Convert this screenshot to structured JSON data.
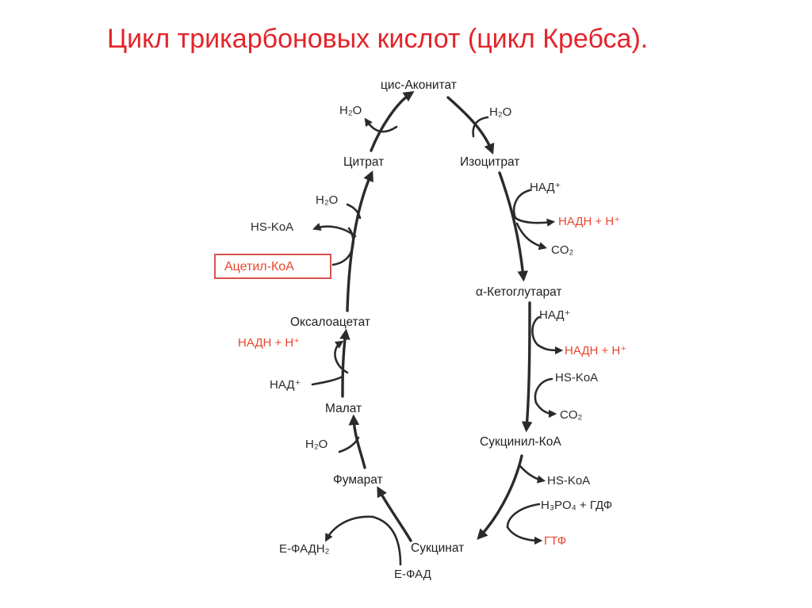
{
  "title": "Цикл трикарбоновых кислот (цикл Кребса).",
  "metabolites": {
    "cis_aconitate": "цис-Аконитат",
    "citrate": "Цитрат",
    "isocitrate": "Изоцитрат",
    "alpha_ketoglutarate": "α-Кетоглутарат",
    "succinyl_coa": "Сукцинил-КоА",
    "succinate": "Сукцинат",
    "fumarate": "Фумарат",
    "malate": "Малат",
    "oxaloacetate": "Оксалоацетат",
    "acetyl_coa": "Ацетил-КоА"
  },
  "cofactors": {
    "h2o_1": "H₂O",
    "h2o_2": "H₂O",
    "h2o_3": "H₂O",
    "h2o_4": "H₂O",
    "hs_koa_1": "HS-KoA",
    "hs_koa_2": "HS-KoA",
    "hs_koa_3": "HS-KoA",
    "nad_1": "НАД⁺",
    "nad_2": "НАД⁺",
    "nad_3": "НАД⁺",
    "nadh_1": "НАДН + Н⁺",
    "nadh_2": "НАДН + Н⁺",
    "nadh_3": "НАДН + Н⁺",
    "co2_1": "CO₂",
    "co2_2": "CO₂",
    "h3po4_gdf": "H₃PO₄ + ГДФ",
    "gtf": "ГТФ",
    "e_fadh2": "Е-ФАДН₂",
    "e_fad": "Е-ФАД"
  },
  "colors": {
    "title": "#e3242b",
    "highlight": "#e8462c",
    "arrow": "#2b2b2b"
  }
}
